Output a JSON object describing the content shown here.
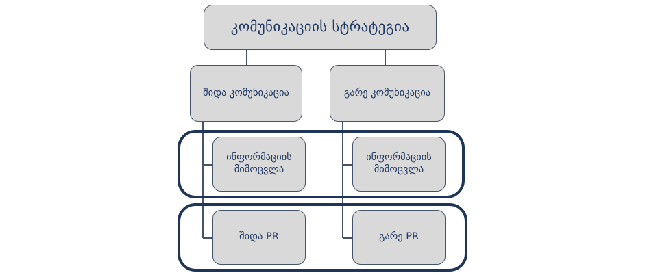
{
  "diagram": {
    "title": "კომუნიკაციის სტრატეგია",
    "type": "organizational-hierarchy",
    "colors": {
      "node_fill": "#d9d9d9",
      "node_border": "#44546a",
      "text": "#1f3864",
      "group_border": "#1f3557",
      "connector": "#44546a",
      "background": "#ffffff"
    },
    "levels": [
      {
        "level": 1,
        "nodes": [
          {
            "id": "root",
            "label": "კომუნიკაციის სტრატეგია"
          }
        ]
      },
      {
        "level": 2,
        "nodes": [
          {
            "id": "internal-comm",
            "label": "შიდა კომუნიკაცია"
          },
          {
            "id": "external-comm",
            "label": "გარე კომუნიკაცია"
          }
        ]
      },
      {
        "level": 3,
        "group_label": "",
        "nodes": [
          {
            "id": "internal-exchange",
            "label": "ინფორმაციის\nმიმოცვლა"
          },
          {
            "id": "external-exchange",
            "label": "ინფორმაციის\nმიმოცვლა"
          }
        ]
      },
      {
        "level": 4,
        "group_label": "",
        "nodes": [
          {
            "id": "internal-pr",
            "label": "შიდა PR"
          },
          {
            "id": "external-pr",
            "label": "გარე PR"
          }
        ]
      }
    ],
    "nodes": {
      "root": "კომუნიკაციის სტრატეგია",
      "internal_comm": "შიდა კომუნიკაცია",
      "external_comm": "გარე კომუნიკაცია",
      "internal_exchange": "ინფორმაციის\nმიმოცვლა",
      "external_exchange": "ინფორმაციის\nმიმოცვლა",
      "internal_pr": "შიდა PR",
      "external_pr": "გარე PR"
    }
  }
}
